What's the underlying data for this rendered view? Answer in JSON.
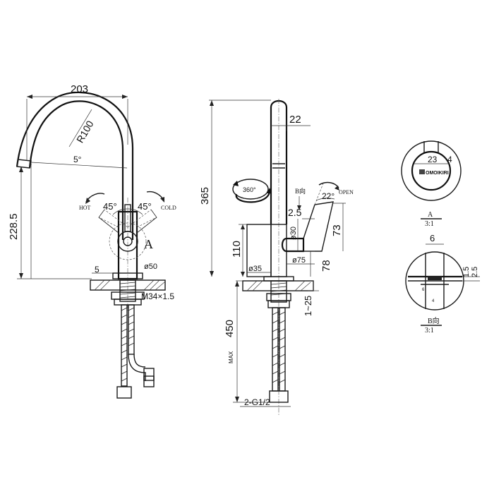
{
  "front_view": {
    "width_dim": "203",
    "radius_dim": "R100",
    "tilt_angle": "5°",
    "height_dim": "228.5",
    "hot_label": "HOT",
    "cold_label": "COLD",
    "hot_angle": "45°",
    "cold_angle": "45°",
    "detail_a_marker": "A",
    "base_thickness": "5",
    "base_diameter": "ø50",
    "thread": "M34×1.5"
  },
  "side_view": {
    "spout_diameter": "22",
    "total_height": "365",
    "rotation": "360°",
    "view_b_marker": "B向",
    "open_angle": "22°",
    "open_label": "OPEN",
    "lever_offset": "2.5",
    "lever_diameter": "ø30",
    "lever_height": "73",
    "body_height": "110",
    "body_diameter": "ø35",
    "reach": "ø75",
    "lever_base_height": "78",
    "counter_thickness": "1~25",
    "hose_length": "450",
    "hose_max": "MAX",
    "connection": "2-G1/2"
  },
  "detail_a": {
    "width": "23",
    "depth": "4",
    "brand": "OMOIKIRI",
    "label": "A",
    "scale": "3:1"
  },
  "detail_b": {
    "width": "6",
    "gap_a": "1.5",
    "gap_b": "2.5",
    "inner_a": "6",
    "inner_b": "4",
    "label": "B向",
    "scale": "3:1"
  }
}
